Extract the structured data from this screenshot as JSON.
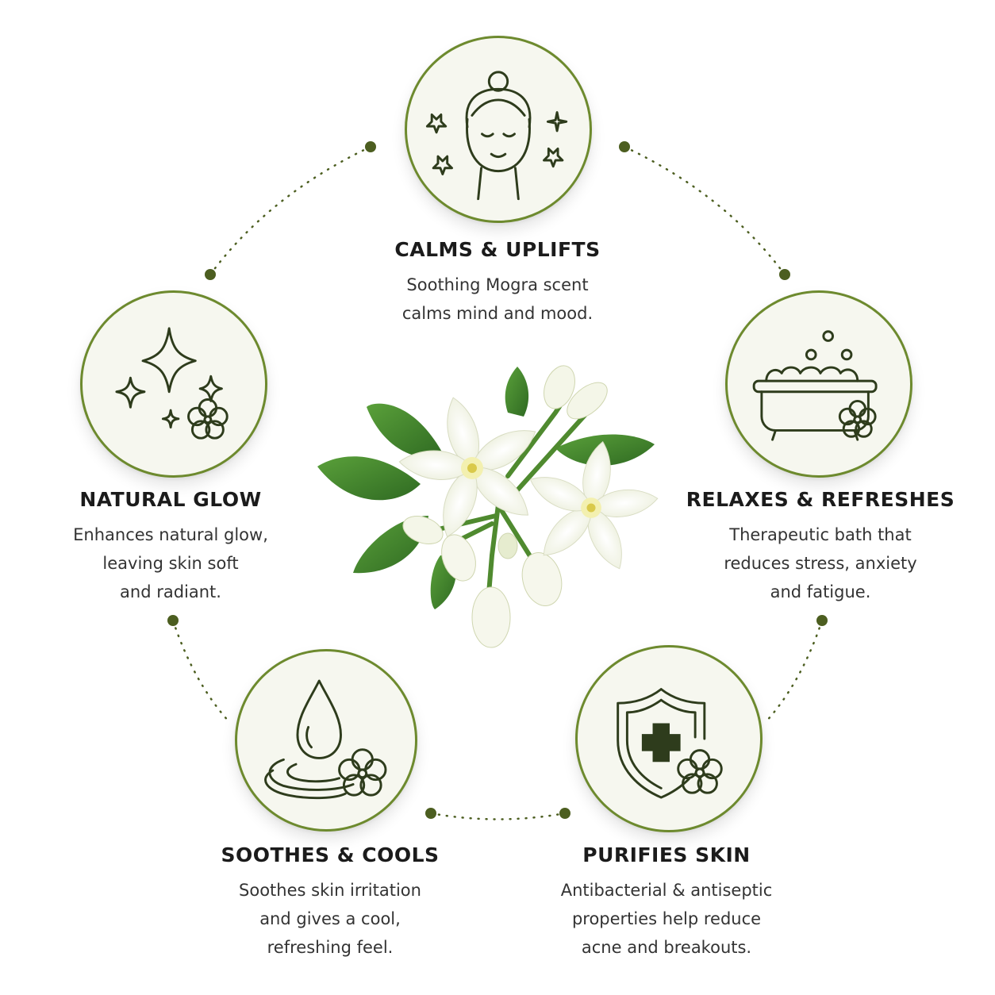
{
  "colors": {
    "accent": "#6d8a2e",
    "connector": "#4c5e20",
    "icon_stroke": "#2e3c1c",
    "badge_fill": "#f6f7ef",
    "text": "#1b1b1b",
    "petal": "#fbfbf4",
    "leaf": "#3f7f2a"
  },
  "center": {
    "image": "jasmine-mogra-flower-cluster"
  },
  "benefits": [
    {
      "title": "CALMS & UPLIFTS",
      "desc_lines": [
        "Soothing Mogra scent",
        "calms mind and mood."
      ],
      "icon": "serene-face-icon"
    },
    {
      "title": "RELAXES & REFRESHES",
      "desc_lines": [
        "Therapeutic bath that",
        "reduces stress, anxiety",
        "and fatigue."
      ],
      "icon": "bathtub-icon"
    },
    {
      "title": "PURIFIES SKIN",
      "desc_lines": [
        "Antibacterial & antiseptic",
        "properties help reduce",
        "acne and breakouts."
      ],
      "icon": "shield-cross-icon"
    },
    {
      "title": "SOOTHES & COOLS",
      "desc_lines": [
        "Soothes skin irritation",
        "and gives a cool,",
        "refreshing feel."
      ],
      "icon": "water-drop-icon"
    },
    {
      "title": "NATURAL GLOW",
      "desc_lines": [
        "Enhances natural glow,",
        "leaving skin soft",
        "and radiant."
      ],
      "icon": "sparkles-icon"
    }
  ]
}
